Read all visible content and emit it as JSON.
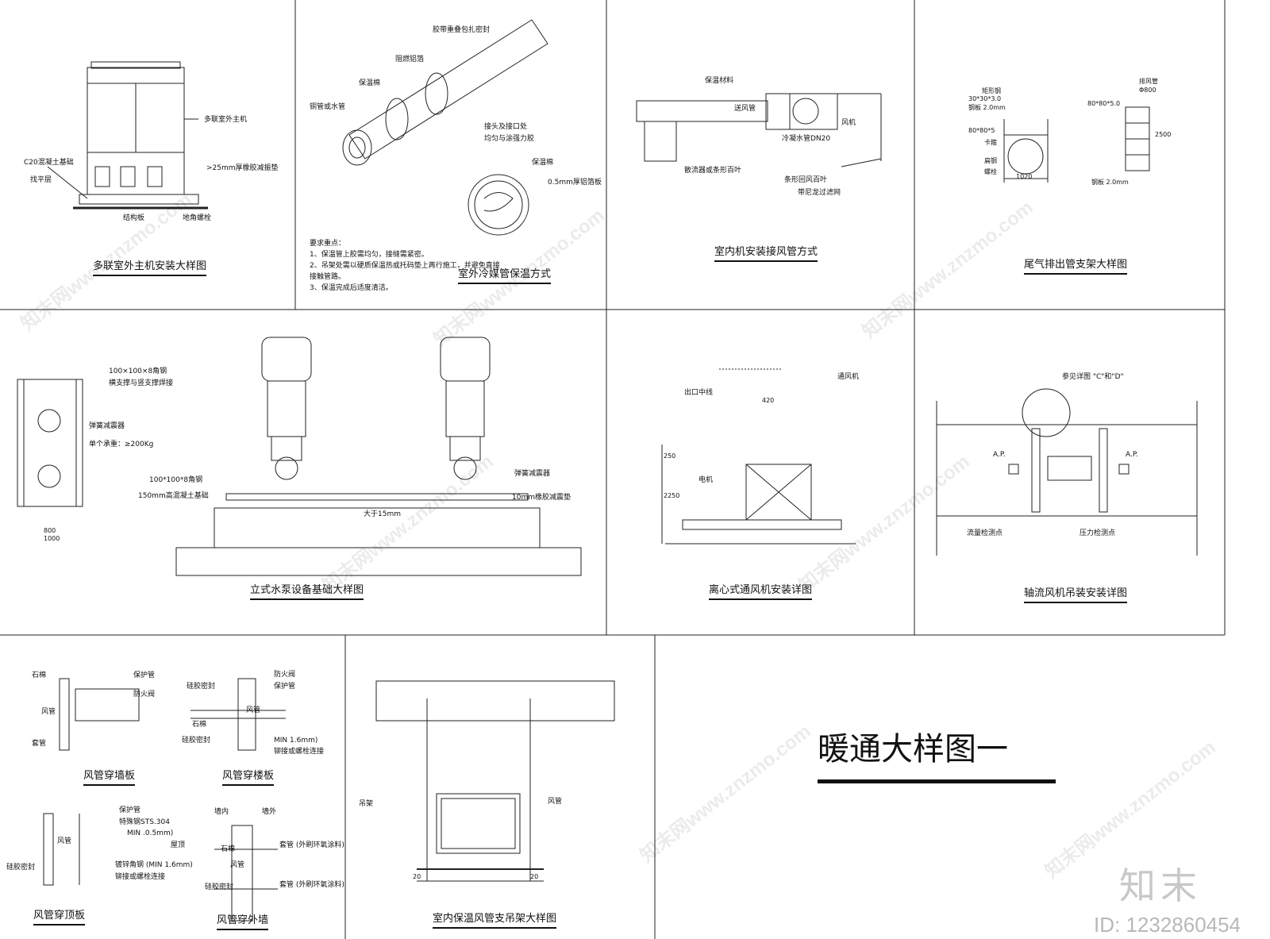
{
  "panels": {
    "p1": {
      "title": "多联室外主机安装大样图",
      "labels": [
        "多联室外主机",
        "C20混凝土基础",
        "找平层",
        ">25mm厚橡胶减振垫",
        "结构板",
        "地角螺栓"
      ]
    },
    "p2": {
      "title": "室外冷媒管保温方式",
      "labels": [
        "胶带重叠包扎密封",
        "阻燃铝箔",
        "保温棉",
        "铜管或水管",
        "接头及接口处",
        "均匀与涂强力胶",
        "保温棉",
        "0.5mm厚铝箔板"
      ],
      "notes": [
        "要求重点：",
        "1、保温管上胶需均匀，接缝需紧密。",
        "2、吊架处需以硬质保温热或托码垫上再行施工，并避免直接",
        "接触管路。",
        "3、保温完成后适度清洁。"
      ]
    },
    "p3": {
      "title": "室内机安装接风管方式",
      "labels": [
        "保温材料",
        "送风管",
        "风机",
        "冷凝水管DN20",
        "散流器或条形百叶",
        "条形回风百叶",
        "带尼龙过滤网"
      ]
    },
    "p4": {
      "title": "尾气排出管支架大样图",
      "labels": [
        "排风管",
        "Φ800",
        "矩形钢",
        "30*30*3.0",
        "80*80*5.0",
        "钢板 2.0mm",
        "80*80*5",
        "卡箍",
        "扁钢",
        "螺栓",
        "1020",
        "2500",
        "钢板 2.0mm"
      ]
    },
    "p5": {
      "title": "立式水泵设备基础大样图",
      "labels": [
        "100×100×8角钢",
        "横支撑与竖支撑焊接",
        "弹簧减震器",
        "单个承重：≥200Kg",
        "100*100*8角钢",
        "150mm高混凝土基础",
        "弹簧减震器",
        "10mm橡胶减震垫",
        "大于15mm",
        "800",
        "1000"
      ]
    },
    "p6": {
      "title": "离心式通风机安装详图",
      "labels": [
        "通风机",
        "出口中线",
        "420",
        "电机",
        "250",
        "2250"
      ]
    },
    "p7": {
      "title": "轴流风机吊装安装详图",
      "labels": [
        "参见详图 \"C\"和\"D\"",
        "A.P.",
        "A.P.",
        "流量检测点",
        "压力检测点"
      ]
    },
    "p8": {
      "title": "风管穿墙板",
      "labels": [
        "石棉",
        "保护管",
        "防火阀",
        "风管",
        "套管"
      ]
    },
    "p9": {
      "title": "风管穿楼板",
      "labels": [
        "防火阀",
        "硅胶密封",
        "保护管",
        "风管",
        "石棉",
        "硅胶密封",
        "MIN 1.6mm)",
        "铆接或螺栓连接"
      ]
    },
    "p10": {
      "title": "风管穿顶板",
      "labels": [
        "风管",
        "硅胶密封"
      ]
    },
    "p11": {
      "title": "风管穿外墙",
      "labels": [
        "保护管",
        "特殊钢STS.304",
        "MIN .0.5mm)",
        "屋顶",
        "镀锌角钢 (MIN 1.6mm)",
        "铆接或螺栓连接",
        "墙内",
        "墙外",
        "石棉",
        "风管",
        "硅胶密封",
        "套管 (外刷环氧涂料)",
        "套管 (外刷环氧涂料)"
      ]
    },
    "p12": {
      "title": "室内保温风管支吊架大样图",
      "labels": [
        "吊架",
        "风管",
        "20",
        "20"
      ]
    }
  },
  "sheet_title": "暖通大样图一",
  "logo_text": "知末",
  "id_text": "ID: 1232860454",
  "watermark": "知末网www.znzmo.com"
}
